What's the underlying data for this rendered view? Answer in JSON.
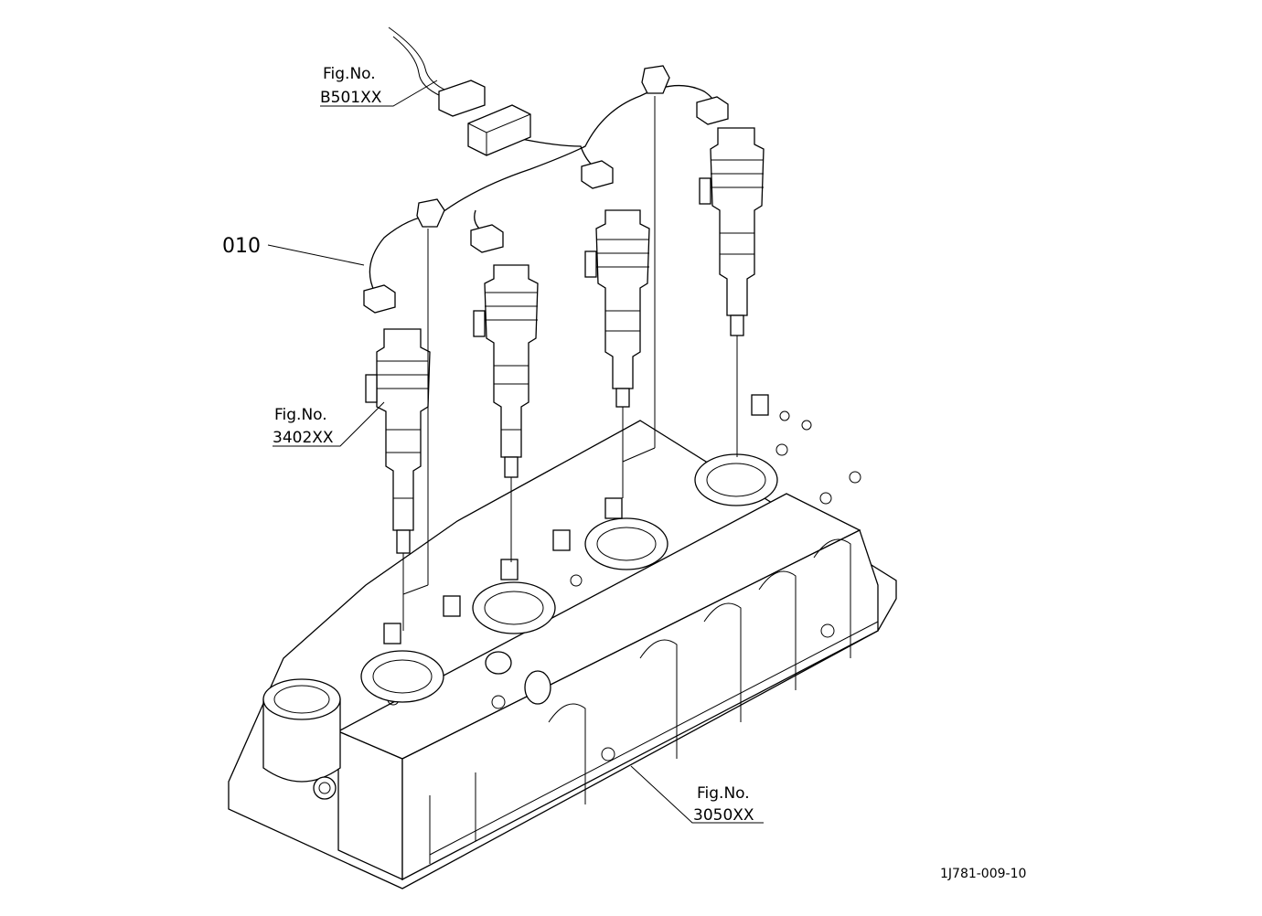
{
  "part_callout": {
    "number": "010"
  },
  "references": [
    {
      "line1": "Fig.No.",
      "line2": "B501XX"
    },
    {
      "line1": "Fig.No.",
      "line2": "3402XX"
    },
    {
      "line1": "Fig.No.",
      "line2": "3050XX"
    }
  ],
  "drawing_id": "1J781-009-10"
}
